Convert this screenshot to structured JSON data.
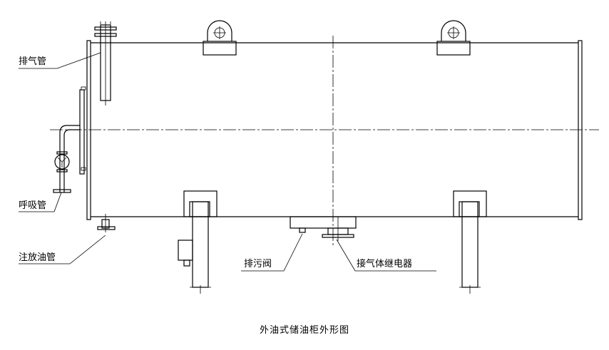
{
  "labels": {
    "exhaust_pipe": "排气管",
    "breather_pipe": "呼吸管",
    "fill_drain_pipe": "注放油管",
    "drain_valve": "排污阀",
    "gas_relay": "接气体继电器"
  },
  "caption": "外油式储油柜外形图"
}
